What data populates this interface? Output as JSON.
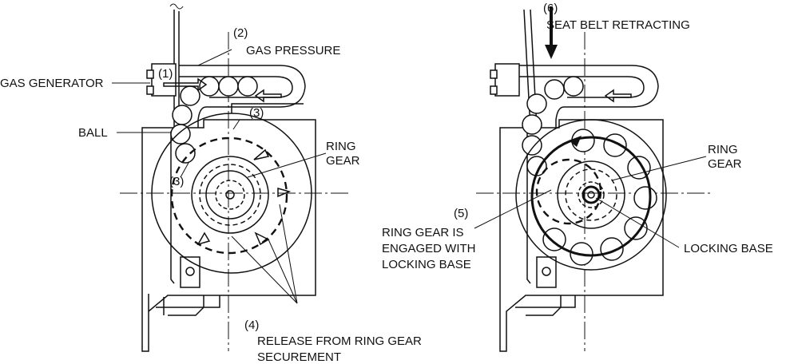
{
  "left_diagram": {
    "labels": {
      "step1": "(1)",
      "step2": "(2)",
      "gas_pressure": "GAS PRESSURE",
      "gas_generator": "GAS GENERATOR",
      "step3_top": "(3)",
      "ball": "BALL",
      "step3_left": "(3)",
      "ring_gear_line1": "RING",
      "ring_gear_line2": "GEAR",
      "step4": "(4)",
      "release_line1": "RELEASE FROM RING GEAR",
      "release_line2": "SECUREMENT"
    }
  },
  "right_diagram": {
    "labels": {
      "step6": "(6)",
      "seat_belt_retracting": "SEAT BELT RETRACTING",
      "ring_gear_line1": "RING",
      "ring_gear_line2": "GEAR",
      "step5": "(5)",
      "engaged_line1": "RING GEAR IS",
      "engaged_line2": "ENGAGED WITH",
      "engaged_line3": "LOCKING BASE",
      "locking_base": "LOCKING BASE"
    }
  }
}
